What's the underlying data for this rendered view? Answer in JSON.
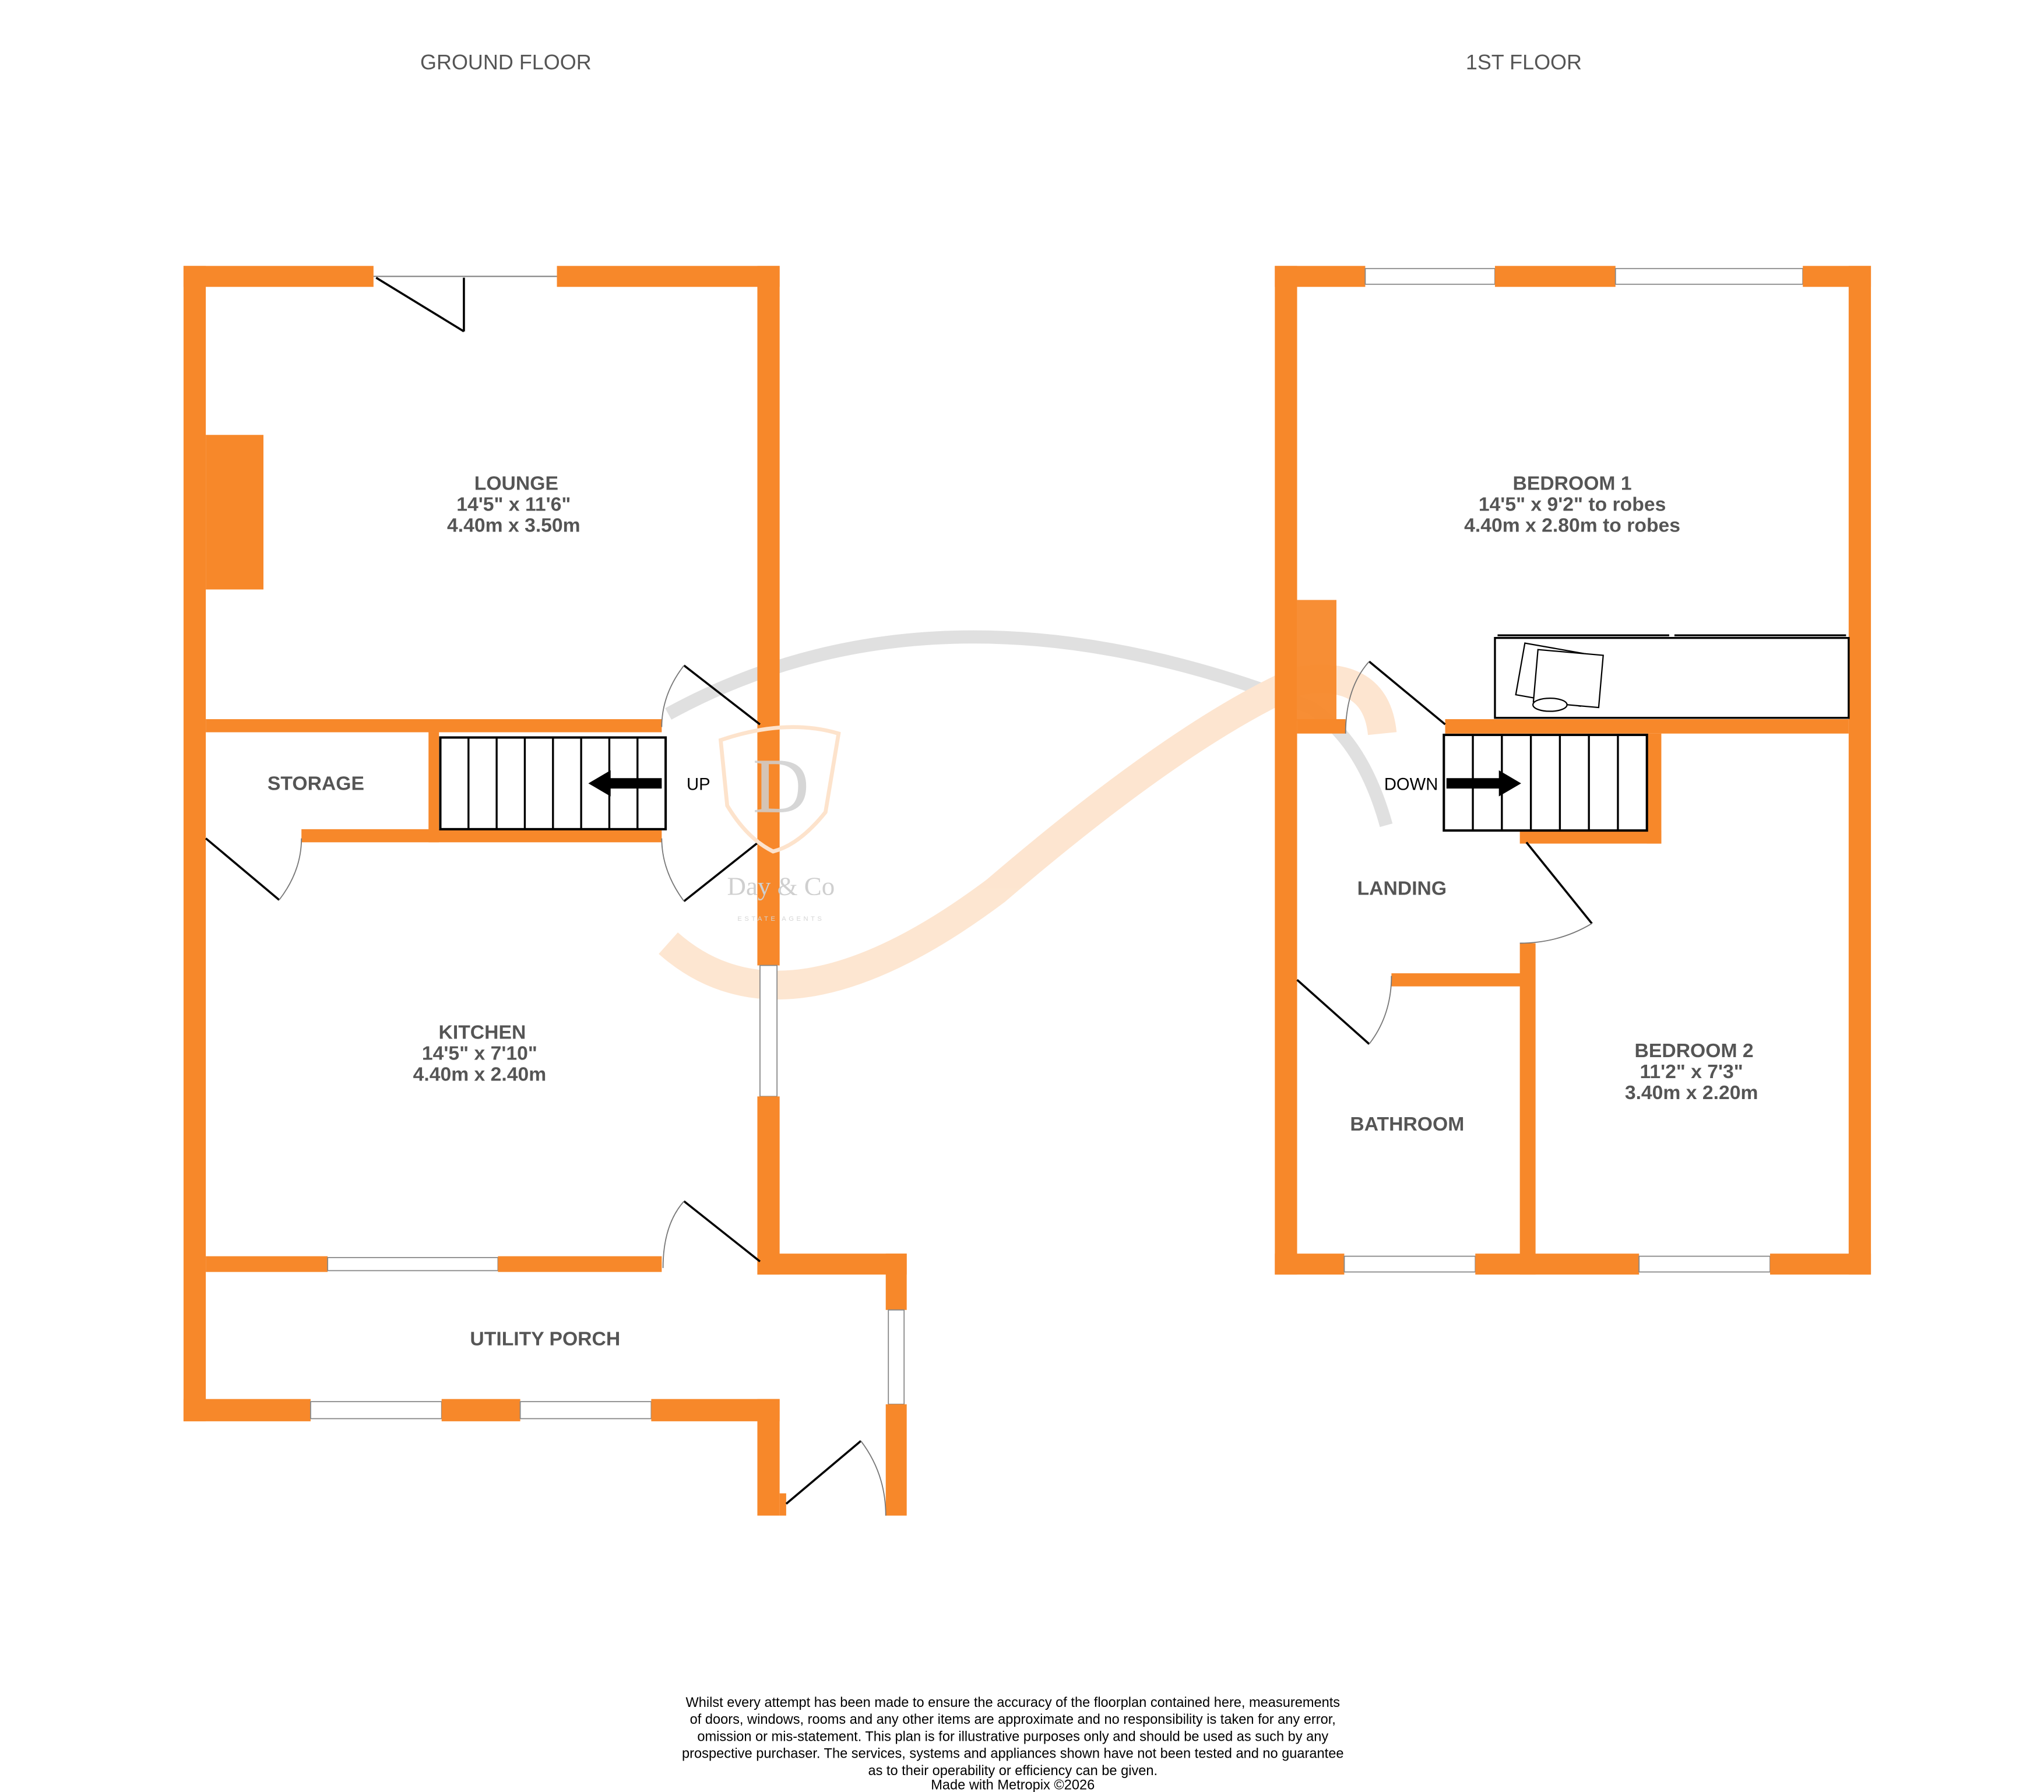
{
  "floors": [
    {
      "title": "GROUND FLOOR",
      "rooms": [
        {
          "name": "LOUNGE",
          "imperial": "14'5\"  x 11'6\"",
          "metric": "4.40m  x 3.50m"
        },
        {
          "name": "STORAGE"
        },
        {
          "name": "KITCHEN",
          "imperial": "14'5\"  x 7'10\"",
          "metric": "4.40m  x 2.40m"
        },
        {
          "name": "UTILITY PORCH"
        }
      ],
      "stairs_label": "UP"
    },
    {
      "title": "1ST FLOOR",
      "rooms": [
        {
          "name": "BEDROOM 1",
          "imperial": "14'5\"  x 9'2\" to robes",
          "metric": "4.40m  x 2.80m to robes"
        },
        {
          "name": "LANDING"
        },
        {
          "name": "BATHROOM"
        },
        {
          "name": "BEDROOM 2",
          "imperial": "11'2\"  x 7'3\"",
          "metric": "3.40m  x 2.20m"
        }
      ],
      "stairs_label": "DOWN"
    }
  ],
  "watermark": {
    "logo_letter": "D",
    "name": "Day & Co",
    "tagline": "ESTATE AGENTS"
  },
  "disclaimer": [
    "Whilst every attempt has been made to ensure the accuracy of the floorplan contained here, measurements",
    "of doors, windows, rooms and any other items are approximate and no responsibility is taken for any error,",
    "omission or mis-statement. This plan is for illustrative purposes only and should be used as such by any",
    "prospective purchaser. The services, systems and appliances shown have not been tested and no guarantee",
    "as to their operability or efficiency can be given.",
    "Made with Metropix ©2026"
  ],
  "colors": {
    "wall": "#F7882A",
    "text": "#555555"
  }
}
